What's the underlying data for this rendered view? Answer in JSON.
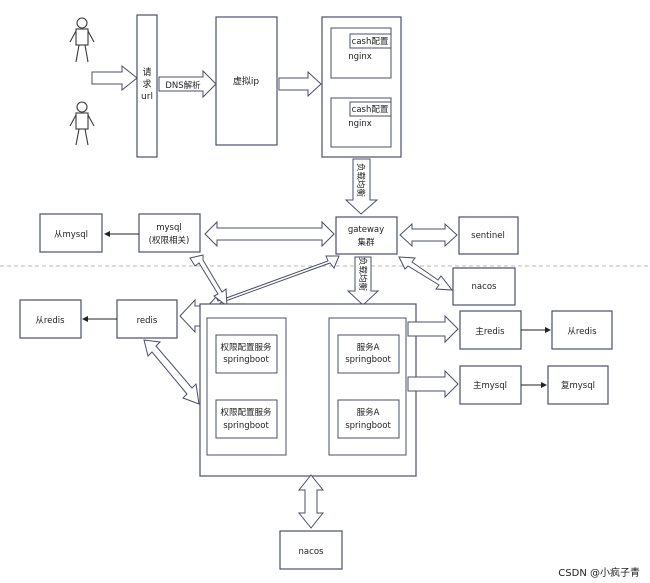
{
  "request_url": {
    "l1": "请",
    "l2": "求",
    "l3": "url"
  },
  "dns_label": "DNS解析",
  "virtual_ip": "虚拟ip",
  "nginx_top": {
    "cash": "cash配置",
    "name": "nginx"
  },
  "nginx_bottom": {
    "cash": "cash配置",
    "name": "nginx"
  },
  "lb_top": "负载均衡",
  "lb_mid": "负载均衡",
  "gateway": {
    "l1": "gateway",
    "l2": "集群"
  },
  "sentinel": "sentinel",
  "nacos_right": "nacos",
  "mysql": {
    "l1": "mysql",
    "l2": "(权限相关)"
  },
  "slave_mysql_left": "从mysql",
  "redis": "redis",
  "slave_redis_left": "从redis",
  "auth_service_1": {
    "l1": "权限配置服务",
    "l2": "springboot"
  },
  "auth_service_2": {
    "l1": "权限配置服务",
    "l2": "springboot"
  },
  "service_a_1": {
    "l1": "服务A",
    "l2": "springboot"
  },
  "service_a_2": {
    "l1": "服务A",
    "l2": "springboot"
  },
  "master_redis": "主redis",
  "slave_redis_right": "从redis",
  "master_mysql": "主mysql",
  "replica_mysql": "复mysql",
  "nacos_bottom": "nacos",
  "watermark": "CSDN @小疯子青"
}
